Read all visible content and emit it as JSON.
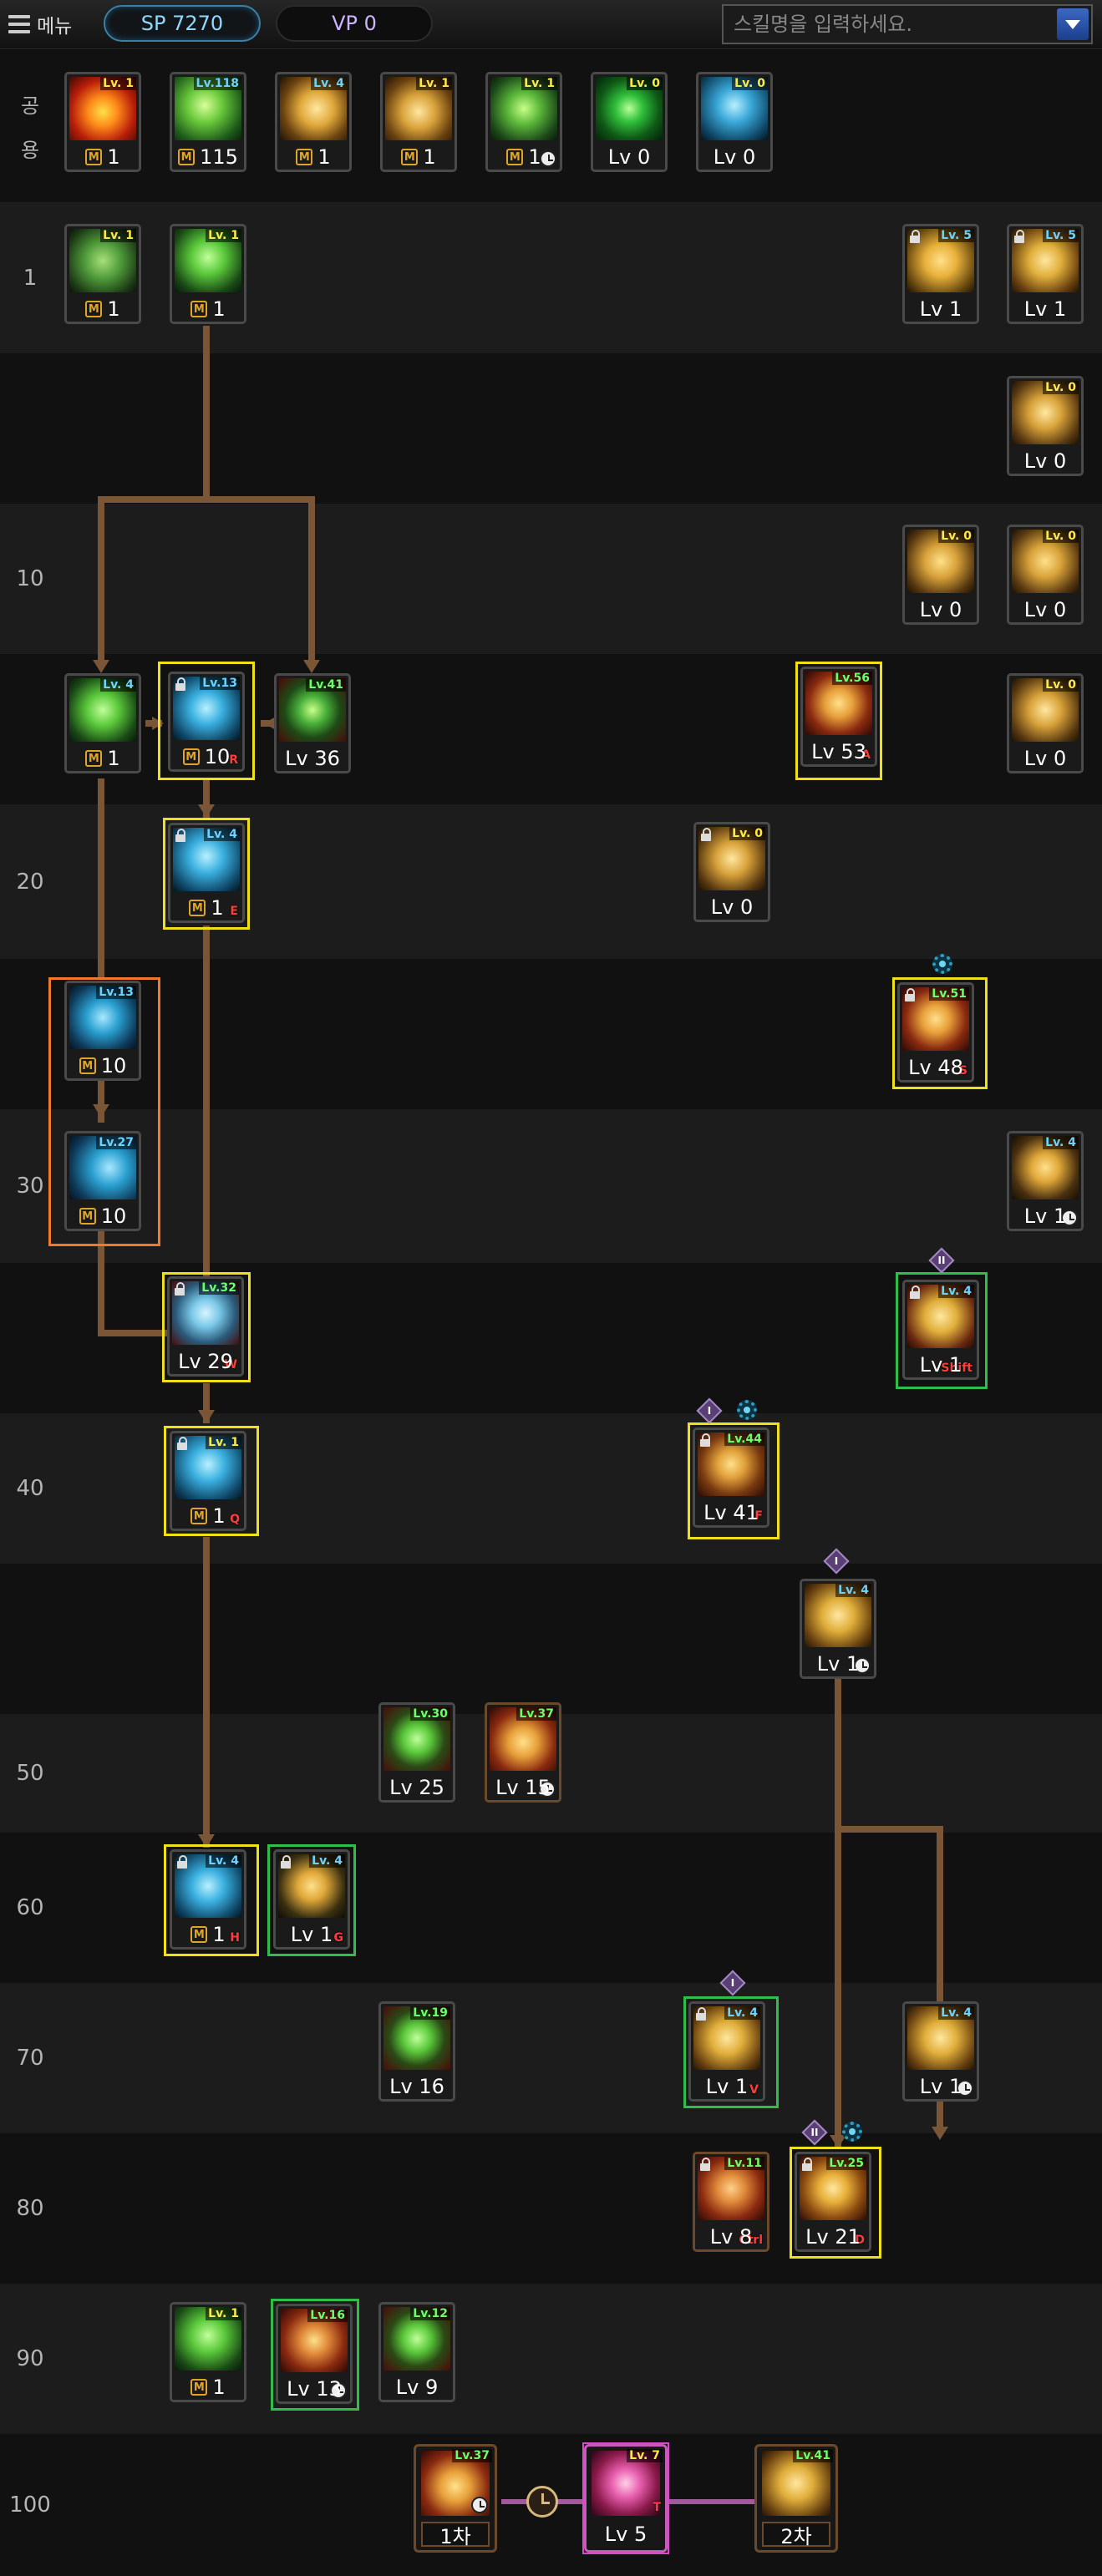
{
  "header": {
    "menu_label": "메뉴",
    "sp": "SP 7270",
    "vp": "VP 0",
    "search_placeholder": "스킬명을 입력하세요."
  },
  "rows": {
    "common_label_1": "공",
    "common_label_2": "용",
    "levels": [
      "1",
      "10",
      "20",
      "30",
      "40",
      "50",
      "60",
      "70",
      "80",
      "90",
      "100"
    ]
  },
  "skills": {
    "c1": {
      "tag": "Lv. 1",
      "value": "1"
    },
    "c2": {
      "tag": "Lv.118",
      "value": "115"
    },
    "c3": {
      "tag": "Lv. 4",
      "value": "1"
    },
    "c4": {
      "tag": "Lv. 1",
      "value": "1"
    },
    "c5": {
      "tag": "Lv. 1",
      "value": "1"
    },
    "c6": {
      "tag": "Lv. 0",
      "value": "Lv 0"
    },
    "c7": {
      "tag": "Lv. 0",
      "value": "Lv 0"
    },
    "s1a": {
      "tag": "Lv. 1",
      "value": "1"
    },
    "s1b": {
      "tag": "Lv. 1",
      "value": "1"
    },
    "s1c": {
      "tag": "Lv. 5",
      "value": "Lv 1"
    },
    "s1d": {
      "tag": "Lv. 5",
      "value": "Lv 1"
    },
    "s2a": {
      "tag": "Lv. 0",
      "value": "Lv 0"
    },
    "s10a": {
      "tag": "Lv. 0",
      "value": "Lv 0"
    },
    "s10b": {
      "tag": "Lv. 0",
      "value": "Lv 0"
    },
    "s15a": {
      "tag": "Lv. 4",
      "value": "1"
    },
    "s15b": {
      "tag": "Lv.13",
      "value": "10",
      "key": "R"
    },
    "s15c": {
      "tag": "Lv.41",
      "value": "Lv 36"
    },
    "s15d": {
      "tag": "Lv.56",
      "value": "Lv 53",
      "key": "A"
    },
    "s15e": {
      "tag": "Lv. 0",
      "value": "Lv 0"
    },
    "s20a": {
      "tag": "Lv. 4",
      "value": "1",
      "key": "E"
    },
    "s20b": {
      "tag": "Lv. 0",
      "value": "Lv 0"
    },
    "s25a": {
      "tag": "Lv.13",
      "value": "10"
    },
    "s25b": {
      "tag": "Lv.51",
      "value": "Lv 48",
      "key": "S"
    },
    "s30a": {
      "tag": "Lv.27",
      "value": "10"
    },
    "s30b": {
      "tag": "Lv. 4",
      "value": "Lv 1"
    },
    "s35a": {
      "tag": "Lv.32",
      "value": "Lv 29",
      "key": "W"
    },
    "s35b": {
      "tag": "Lv. 4",
      "value": "Lv 1",
      "key": "Shift"
    },
    "s40a": {
      "tag": "Lv. 1",
      "value": "1",
      "key": "Q"
    },
    "s40b": {
      "tag": "Lv.44",
      "value": "Lv 41",
      "key": "F"
    },
    "s45a": {
      "tag": "Lv. 4",
      "value": "Lv 1"
    },
    "s50a": {
      "tag": "Lv.30",
      "value": "Lv 25"
    },
    "s50b": {
      "tag": "Lv.37",
      "value": "Lv 15"
    },
    "s60a": {
      "tag": "Lv. 4",
      "value": "1",
      "key": "H"
    },
    "s60b": {
      "tag": "Lv. 4",
      "value": "Lv 1",
      "key": "G"
    },
    "s70a": {
      "tag": "Lv.19",
      "value": "Lv 16"
    },
    "s70b": {
      "tag": "Lv. 4",
      "value": "Lv 1",
      "key": "V"
    },
    "s70c": {
      "tag": "Lv. 4",
      "value": "Lv 1"
    },
    "s80a": {
      "tag": "Lv.11",
      "value": "Lv 8",
      "key": "Ctrl"
    },
    "s80b": {
      "tag": "Lv.25",
      "value": "Lv 21",
      "key": "D"
    },
    "s90a": {
      "tag": "Lv. 1",
      "value": "1"
    },
    "s90b": {
      "tag": "Lv.16",
      "value": "Lv 13"
    },
    "s90c": {
      "tag": "Lv.12",
      "value": "Lv 9"
    },
    "s100a": {
      "tag": "Lv.37",
      "value": "1차"
    },
    "s100b": {
      "tag": "Lv. 7",
      "value": "Lv 5",
      "key": "T"
    },
    "s100c": {
      "tag": "Lv.41",
      "value": "2차"
    }
  },
  "markers": {
    "rI": "I",
    "rII": "II"
  },
  "colors": {
    "line": "#7a5536",
    "highlight_yellow": "#f0e01a",
    "highlight_green": "#2fbd4c",
    "highlight_orange": "#f07a2a",
    "highlight_pink": "#d74cc6"
  }
}
